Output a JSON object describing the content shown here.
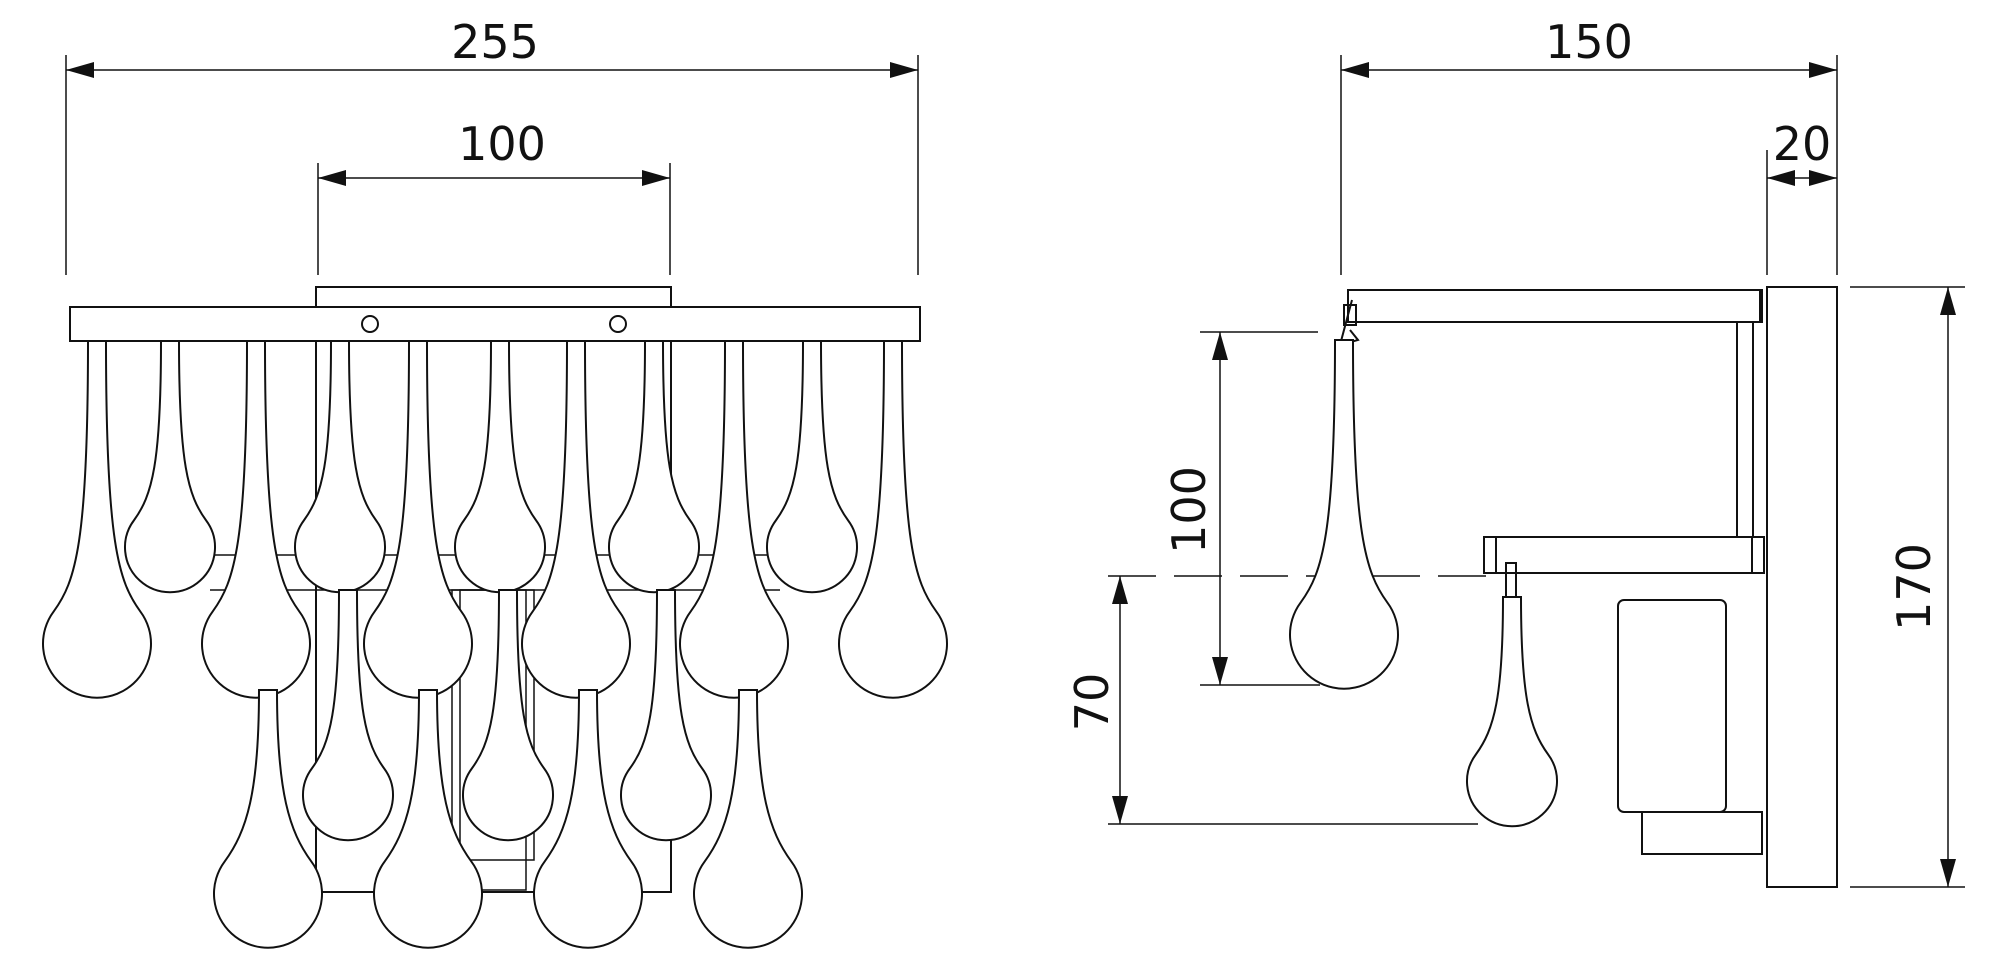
{
  "drawing": {
    "front_view": {
      "overall_width": "255",
      "mount_width": "100"
    },
    "side_view": {
      "depth": "150",
      "plate_depth": "20",
      "height": "170",
      "drop_length": "100",
      "lower_offset": "70"
    }
  }
}
